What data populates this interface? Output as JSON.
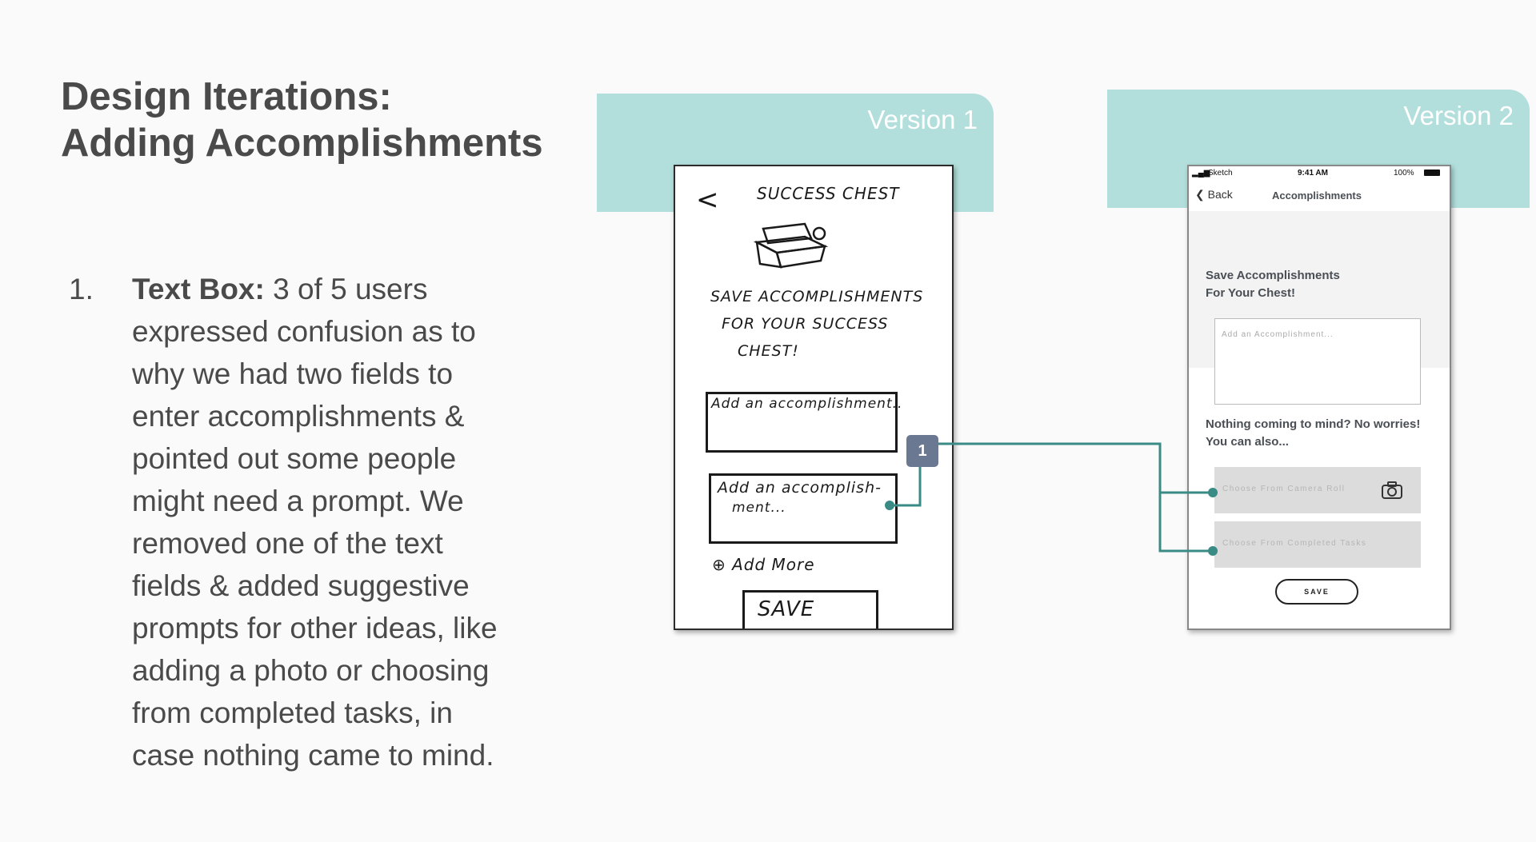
{
  "title": {
    "line1": "Design Iterations:",
    "line2": "Adding Accomplishments"
  },
  "list": {
    "number": "1.",
    "bold": "Text Box:",
    "body": " 3 of 5 users expressed confusion as to why we had two fields to enter accomplishments & pointed out some people might need a prompt. We removed one of the text fields & added suggestive prompts for other ideas, like adding a photo or choosing from completed tasks, in case nothing came to mind."
  },
  "version1": {
    "label": "Version 1",
    "sketch": {
      "back": "<",
      "header": "SUCCESS CHEST",
      "save_line1": "SAVE ACCOMPLISHMENTS",
      "save_line2": "FOR YOUR SUCCESS",
      "save_line3": "CHEST!",
      "field1": "Add an accomplishment..",
      "field2_line1": "Add an accomplish-",
      "field2_line2": "ment...",
      "add_more": "⊕ Add More",
      "save_button": "SAVE"
    }
  },
  "version2": {
    "label": "Version 2",
    "phone": {
      "carrier": "Sketch",
      "time": "9:41 AM",
      "battery": "100%",
      "back": "Back",
      "nav_title": "Accomplishments",
      "heading_line1": "Save Accomplishments",
      "heading_line2": "For Your Chest!",
      "input_placeholder": "Add an Accomplishment...",
      "nothing_line1": "Nothing coming to mind? No worries!",
      "nothing_line2": "You can also...",
      "option_camera": "Choose From Camera Roll",
      "option_tasks": "Choose From Completed Tasks",
      "save_button": "SAVE"
    }
  },
  "callout": {
    "number": "1"
  },
  "colors": {
    "tab": "#b2dfdc",
    "connector": "#3a8a85",
    "callout": "#6b7891",
    "title": "#4a4a4a"
  }
}
